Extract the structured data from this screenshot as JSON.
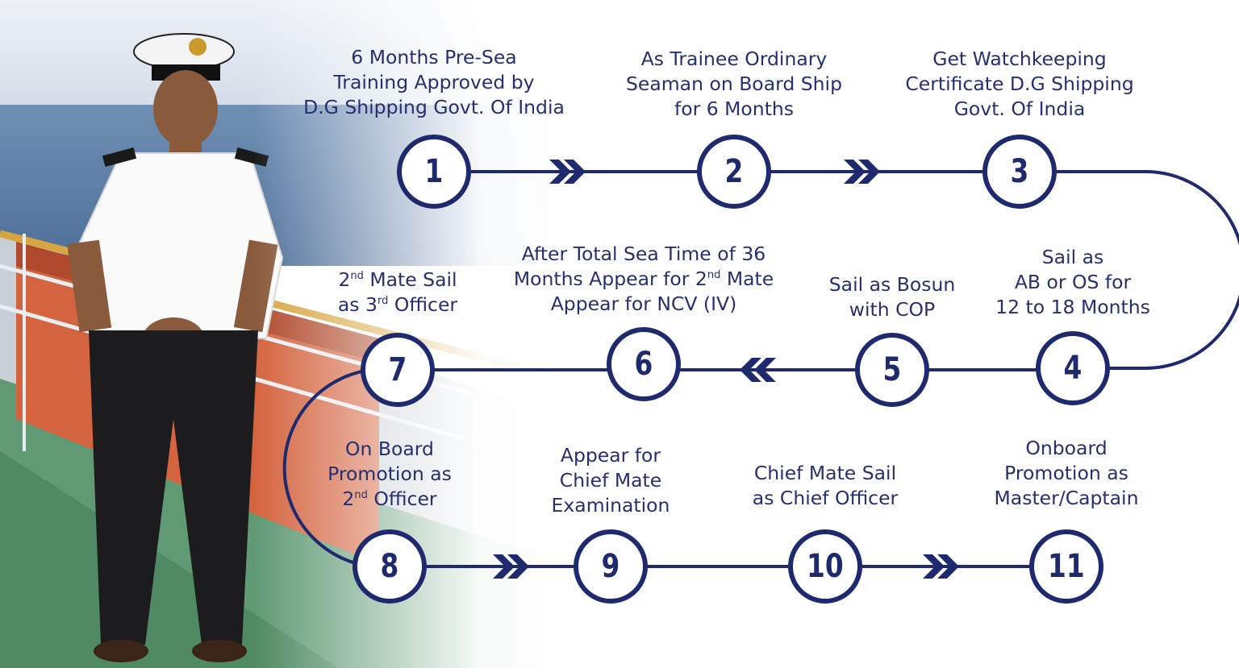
{
  "colors": {
    "primary": "#1f2a6e",
    "text": "#26306e",
    "background": "#ffffff"
  },
  "steps": [
    {
      "number": "1",
      "lines": [
        [
          "6 Months Pre-Sea"
        ],
        [
          "Training Approved by"
        ],
        [
          "D.G Shipping Govt. Of India"
        ]
      ]
    },
    {
      "number": "2",
      "lines": [
        [
          "As Trainee Ordinary"
        ],
        [
          "Seaman on Board Ship"
        ],
        [
          "for 6 Months"
        ]
      ]
    },
    {
      "number": "3",
      "lines": [
        [
          "Get Watchkeeping"
        ],
        [
          "Certificate D.G Shipping"
        ],
        [
          "Govt. Of India"
        ]
      ]
    },
    {
      "number": "4",
      "lines": [
        [
          "Sail as"
        ],
        [
          "AB or OS for"
        ],
        [
          "12 to 18 Months"
        ]
      ]
    },
    {
      "number": "5",
      "lines": [
        [
          "Sail as Bosun"
        ],
        [
          "with COP"
        ]
      ]
    },
    {
      "number": "6",
      "lines": [
        [
          "After Total Sea Time of 36"
        ],
        [
          "Months Appear for 2",
          "nd",
          " Mate"
        ],
        [
          "Appear for NCV (IV)"
        ]
      ]
    },
    {
      "number": "7",
      "lines": [
        [
          "2",
          "nd",
          " Mate Sail"
        ],
        [
          "as 3",
          "rd",
          " Officer"
        ]
      ]
    },
    {
      "number": "8",
      "lines": [
        [
          "On Board"
        ],
        [
          "Promotion as"
        ],
        [
          "2",
          "nd",
          " Officer"
        ]
      ]
    },
    {
      "number": "9",
      "lines": [
        [
          "Appear for"
        ],
        [
          "Chief Mate"
        ],
        [
          "Examination"
        ]
      ]
    },
    {
      "number": "10",
      "lines": [
        [
          "Chief Mate Sail"
        ],
        [
          "as Chief Officer"
        ]
      ]
    },
    {
      "number": "11",
      "lines": [
        [
          "Onboard"
        ],
        [
          "Promotion as"
        ],
        [
          "Master/Captain"
        ]
      ]
    }
  ]
}
